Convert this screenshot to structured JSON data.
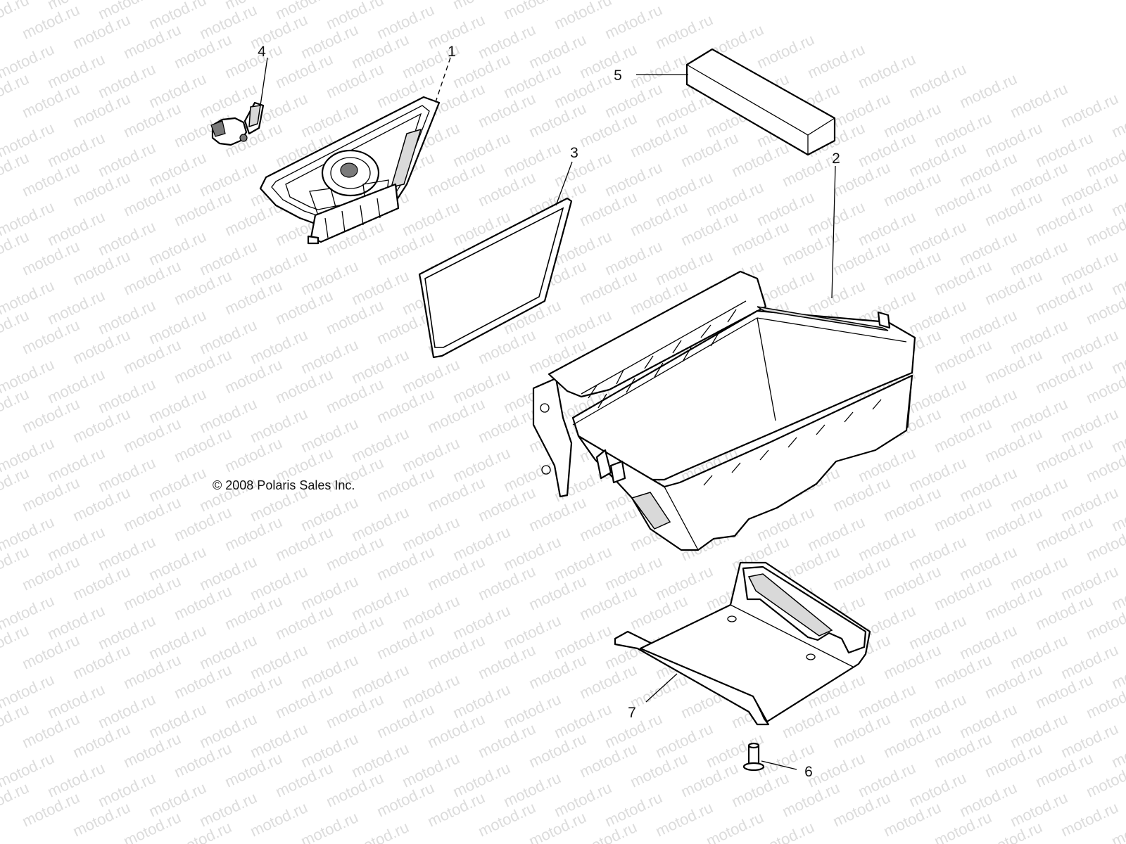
{
  "watermark": {
    "text": "motod.ru",
    "color": "#dcdcdc"
  },
  "copyright": "© 2008 Polaris Sales Inc.",
  "callouts": [
    "1",
    "2",
    "3",
    "4",
    "5",
    "6",
    "7"
  ]
}
